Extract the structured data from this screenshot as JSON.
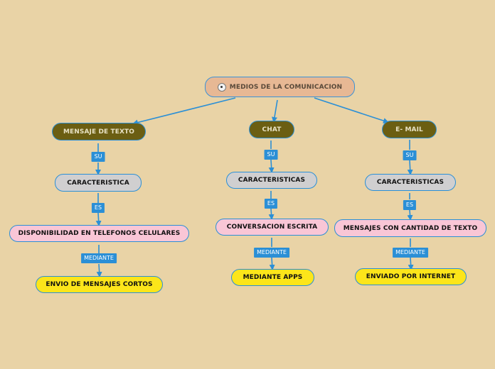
{
  "root": {
    "label": "MEDIOS DE LA COMUNICACION",
    "icon": "cd-icon"
  },
  "columns": [
    {
      "header": "MENSAJE DE TEXTO",
      "link1": "SU",
      "level1": "CARACTERISTICA",
      "link2": "ES",
      "level2": "DISPONIBILIDAD EN TELEFONOS CELULARES",
      "link3": "MEDIANTE",
      "level3": "ENVIO DE MENSAJES CORTOS"
    },
    {
      "header": "CHAT",
      "link1": "SU",
      "level1": "CARACTERISTICAS",
      "link2": "ES",
      "level2": "CONVERSACION ESCRITA",
      "link3": "MEDIANTE",
      "level3": "MEDIANTE APPS"
    },
    {
      "header": "E- MAIL",
      "link1": "SU",
      "level1": "CARACTERISTICAS",
      "link2": "ES",
      "level2": "MENSAJES CON CANTIDAD DE TEXTO",
      "link3": "MEDIANTE",
      "level3": "ENVIADO POR INTERNET"
    }
  ],
  "colors": {
    "background": "#e9d3a6",
    "root_fill": "#e7b894",
    "header_fill": "#6b5e12",
    "level1_fill": "#d0cfd0",
    "level2_fill": "#f9c6d6",
    "level3_fill": "#fce51a",
    "connector": "#2b8fd6"
  }
}
